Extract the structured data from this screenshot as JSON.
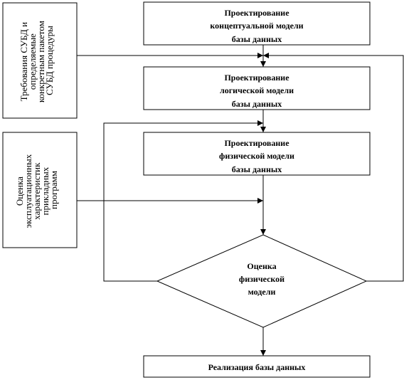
{
  "nodes": {
    "conceptual": {
      "lines": [
        "Проектирование",
        "концептуальной модели",
        "базы данных"
      ]
    },
    "logical": {
      "lines": [
        "Проектирование",
        "логической модели",
        "базы данных"
      ]
    },
    "physical": {
      "lines": [
        "Проектирование",
        "физической модели",
        "базы данных"
      ]
    },
    "evaluation": {
      "lines": [
        "Оценка",
        "физической",
        "модели"
      ]
    },
    "implementation": {
      "label": "Реализация базы данных"
    }
  },
  "inputs": {
    "dbms_requirements": {
      "lines": [
        "Требования СУБД и",
        "определяемые",
        "конкретным пакетом",
        "СУБД процедуры"
      ]
    },
    "operational_evaluation": {
      "lines": [
        "Оценка",
        "эксплуатационных",
        "характеристик",
        "прикладных",
        "программ"
      ]
    }
  }
}
